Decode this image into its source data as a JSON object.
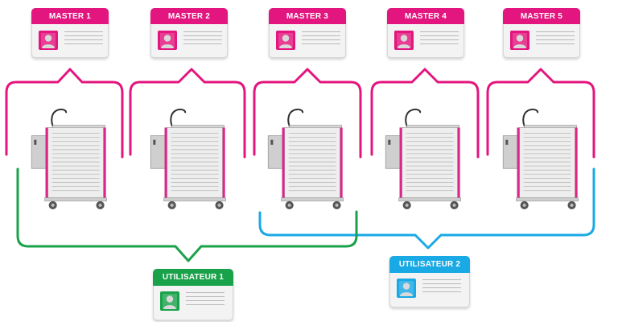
{
  "colors": {
    "master": "#e3157e",
    "user1": "#1aa24b",
    "user2": "#19a9e5",
    "cart_frame": "#d9288a",
    "cart_body": "#eeeeee"
  },
  "masters": [
    {
      "label": "MASTER 1"
    },
    {
      "label": "MASTER 2"
    },
    {
      "label": "MASTER 3"
    },
    {
      "label": "MASTER 4"
    },
    {
      "label": "MASTER 5"
    }
  ],
  "users": [
    {
      "label": "UTILISATEUR 1",
      "color": "#1aa24b"
    },
    {
      "label": "UTILISATEUR 2",
      "color": "#19a9e5"
    }
  ],
  "icons": {
    "avatar": "person-icon",
    "cart": "medical-cart-icon"
  }
}
